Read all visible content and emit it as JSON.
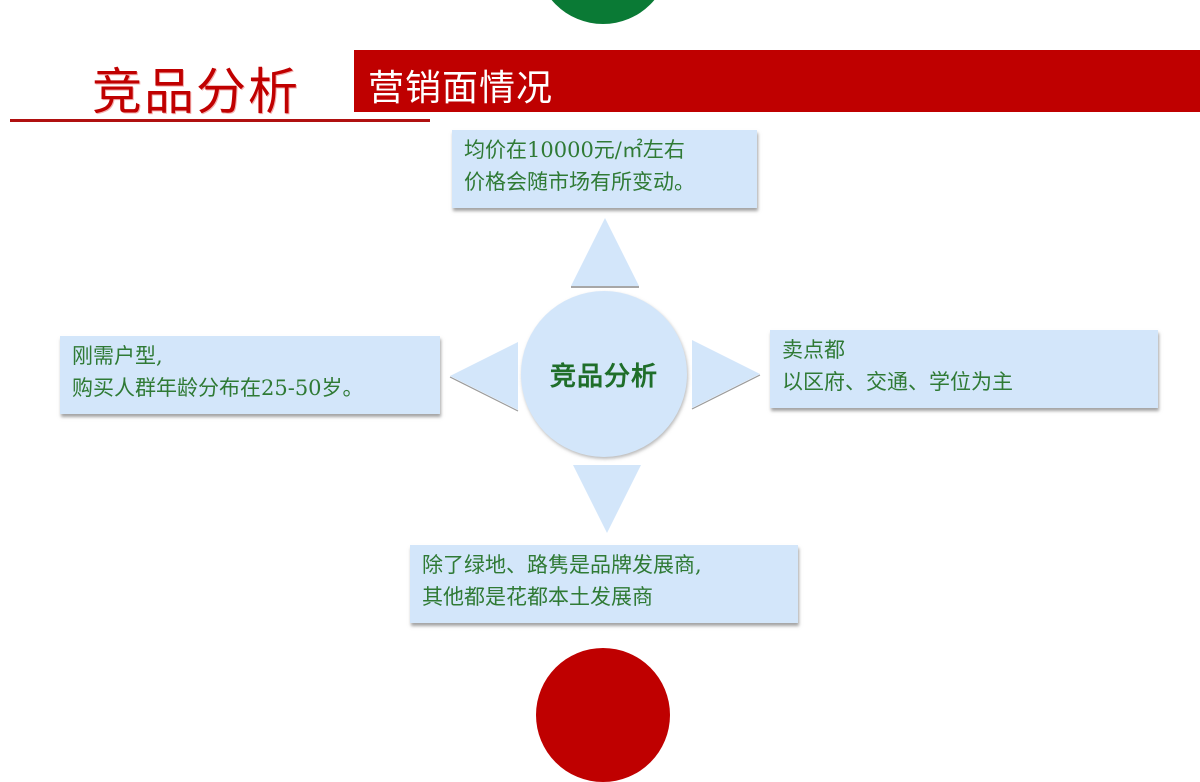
{
  "header": {
    "title": "竞品分析",
    "banner": "营销面情况"
  },
  "colors": {
    "accent_red": "#bf0000",
    "accent_green": "#0a7a35",
    "box_fill": "#d3e6fa",
    "text_green": "#2f7a35"
  },
  "diagram": {
    "center": "竞品分析",
    "top": {
      "lines": [
        "均价在10000元/㎡左右",
        "价格会随市场有所变动。"
      ]
    },
    "left": {
      "lines": [
        "刚需户型,",
        "购买人群年龄分布在25-50岁。"
      ]
    },
    "right": {
      "lines": [
        "卖点都",
        "以区府、交通、学位为主"
      ]
    },
    "bottom": {
      "lines": [
        "除了绿地、路隽是品牌发展商,",
        "其他都是花都本土发展商"
      ]
    }
  }
}
